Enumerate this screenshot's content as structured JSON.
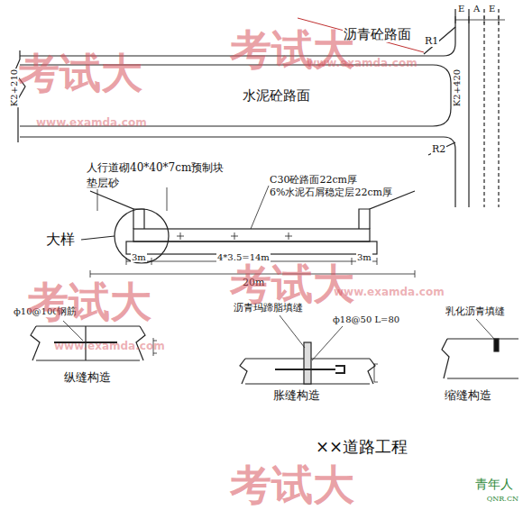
{
  "diagram": {
    "title": "××道路工程",
    "labels": [
      "沥青砼路面",
      "水泥砼路面",
      "K2+210",
      "K2+420",
      "R1",
      "R2",
      "E",
      "A",
      "E",
      "人行道砌40*40*7cm预制块",
      "垫层砂",
      "大样",
      "C30砼路面22cm厚",
      "6%水泥石屑稳定层22cm厚",
      "4*3.5=14m",
      "3m",
      "3m",
      "20m",
      "ф10@100",
      "钢筋",
      "沥青玛蹄脂填缝",
      "ф18@50 L=80",
      "乳化沥青填缝",
      "纵缝构造",
      "胀缝构造",
      "缩缝构造",
      "考试大",
      "考试大",
      "考试大",
      "考试大",
      "考试大",
      "www.examda.com",
      "www.examda.com",
      "www.examda.com",
      "www.examda.com",
      "青年人",
      "QNR.CN"
    ]
  }
}
